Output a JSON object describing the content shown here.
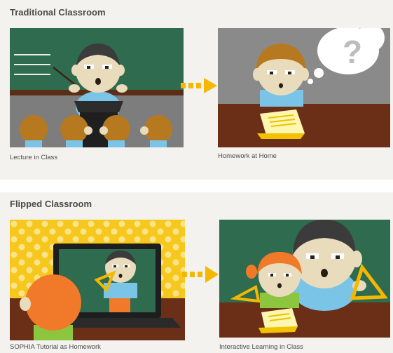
{
  "traditional": {
    "title": "Traditional Classroom",
    "panels": [
      {
        "caption": "Lecture in Class"
      },
      {
        "caption": "Homework at Home"
      }
    ]
  },
  "flipped": {
    "title": "Flipped Classroom",
    "panels": [
      {
        "caption": "SOPHIA Tutorial as Homework"
      },
      {
        "caption": "Interactive Learning in Class"
      }
    ]
  },
  "icons": {
    "arrow": "dotted-arrow-icon",
    "thought": "question-thought-bubble-icon"
  },
  "colors": {
    "accent_arrow": "#f5b800",
    "chalkboard": "#2f6b4e",
    "skin": "#e9dcbc",
    "hair_brown": "#b7791f",
    "hair_orange": "#f07a2a",
    "shirt_blue": "#7ac4e8",
    "desk_brown": "#6b2f17",
    "polka_yellow": "#f6c81e"
  }
}
